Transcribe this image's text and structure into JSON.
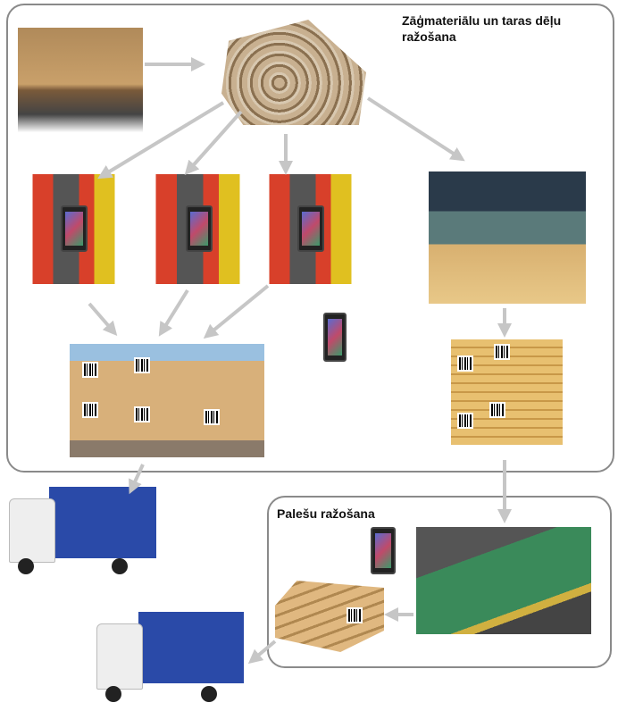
{
  "diagram": {
    "main_section_title": "Zāģmateriālu un taras dēļu ražošana",
    "pallet_section_title": "Palešu ražošana",
    "colors": {
      "arrow": "#c6c6c6",
      "border": "#8a8a8a"
    },
    "images": [
      "log-truck",
      "log-pile",
      "sawmill-machine",
      "sawmill-machine",
      "sawmill-machine",
      "sawmill-workshop",
      "tablet",
      "lumber-stacks-with-barcodes",
      "boards-with-barcodes",
      "delivery-truck",
      "tablet",
      "pallet-machine",
      "pallets-with-barcode",
      "delivery-truck"
    ]
  }
}
